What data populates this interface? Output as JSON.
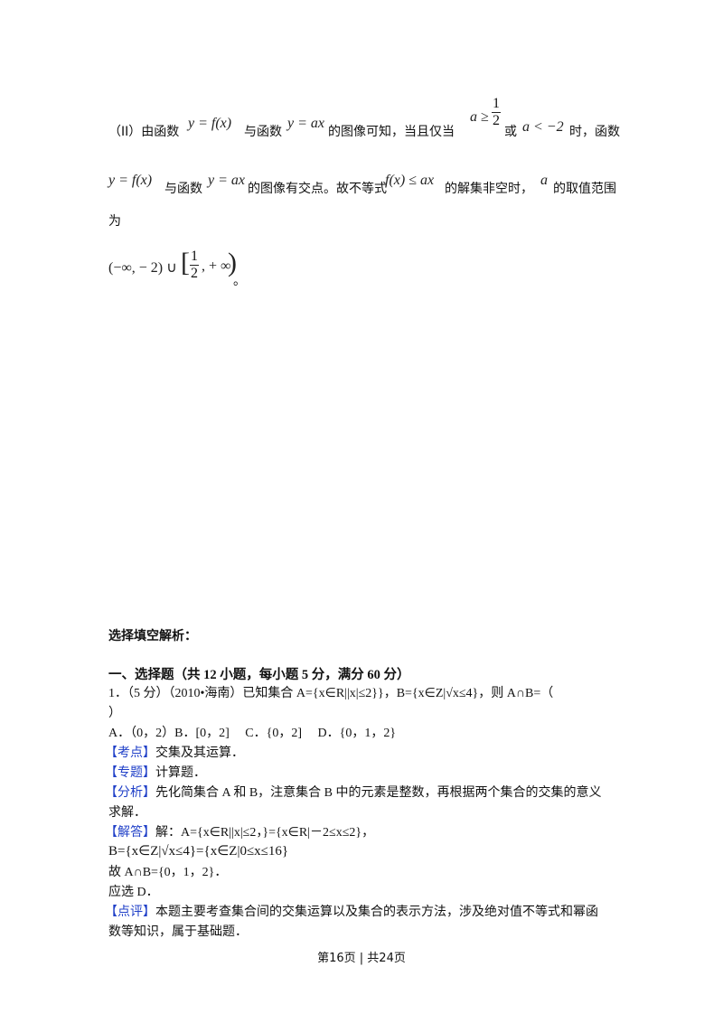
{
  "part2": {
    "line1": {
      "prefix": "（II）由函数",
      "expr1": "y = f(x)",
      "mid1": "与函数",
      "expr2": "y = ax",
      "mid2": "的图像可知，当且仅当",
      "cond1_lhs": "a ≥",
      "cond1_num": "1",
      "cond1_den": "2",
      "or": "或",
      "cond2": "a < −2",
      "suffix": "时，函数"
    },
    "line2": {
      "expr1": "y = f(x)",
      "mid1": "与函数",
      "expr2": "y = ax",
      "mid2": "的图像有交点。故不等式",
      "expr3": "f(x) ≤ ax",
      "mid3": "的解集非空时，",
      "var": "a",
      "suffix": "的取值范围"
    },
    "line3": "为",
    "answer": {
      "part1": "(−∞, − 2) ∪",
      "frac_num": "1",
      "frac_den": "2",
      "part2": ", + ∞",
      "end": "。"
    }
  },
  "section": {
    "heading": "选择填空解析：",
    "subheading": "一、选择题（共 12 小题，每小题 5 分，满分 60 分）"
  },
  "question": {
    "stem_line1": "1．（5 分）（2010•海南）已知集合 A={x∈R||x|≤2}}，B={x∈Z|√x≤4}，则 A∩B=（",
    "stem_line2": "）",
    "options": "A．（0，2）B．[0，2]　 C．{0，2]　 D．{0，1，2}",
    "kaodian_tag": "【考点】",
    "kaodian": "交集及其运算．",
    "zhuanti_tag": "【专题】",
    "zhuanti": "计算题．",
    "fenxi_tag": "【分析】",
    "fenxi_line1": "先化简集合 A 和 B，注意集合 B 中的元素是整数，再根据两个集合的交集的意义",
    "fenxi_line2": "求解．",
    "jieda_tag": "【解答】",
    "jieda_line1": "解：A={x∈R||x|≤2，}={x∈R|－2≤x≤2}，",
    "jieda_line2": "B={x∈Z|√x≤4}={x∈Z|0≤x≤16}",
    "jieda_line3": "故 A∩B={0，1，2}．",
    "jieda_line4": "应选 D．",
    "dianping_tag": "【点评】",
    "dianping_line1": "本题主要考查集合间的交集运算以及集合的表示方法，涉及绝对值不等式和幂函",
    "dianping_line2": "数等知识，属于基础题．"
  },
  "footer": {
    "page_label": "第16页 | 共24页"
  },
  "colors": {
    "tag_blue": "#2040c8",
    "text": "#111111"
  }
}
